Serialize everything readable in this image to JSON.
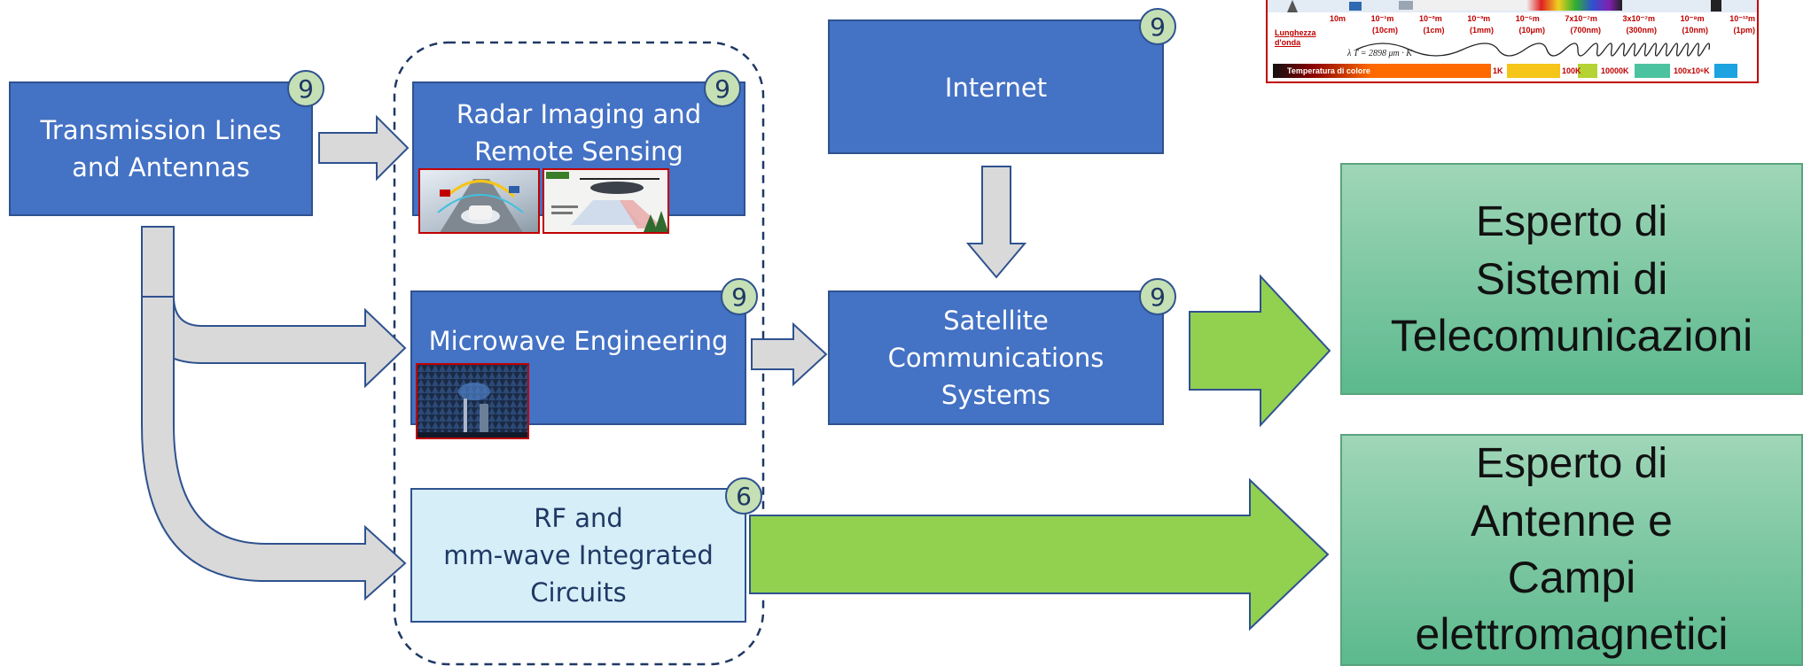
{
  "boxes": {
    "transmission": {
      "lines": [
        "Transmission Lines",
        "and Antennas"
      ],
      "badge": "9"
    },
    "radar": {
      "lines": [
        "Radar Imaging and",
        "Remote Sensing"
      ],
      "badge": "9"
    },
    "microwave": {
      "lines": [
        "Microwave Engineering"
      ],
      "badge": "9"
    },
    "rf": {
      "lines": [
        "RF and",
        "mm-wave Integrated",
        "Circuits"
      ],
      "badge": "6"
    },
    "internet": {
      "lines": [
        "Internet"
      ],
      "badge": "9"
    },
    "satellite": {
      "lines": [
        "Satellite",
        "Communications",
        "Systems"
      ],
      "badge": "9"
    }
  },
  "outcomes": {
    "telecom": {
      "line1": "Esperto di",
      "line2": [
        "Sistemi di",
        "Telecomunicazioni"
      ]
    },
    "antenne": {
      "line1": "Esperto di",
      "line2": [
        "Antenne e",
        "Campi",
        "elettromagnetici"
      ]
    }
  },
  "spectrum": {
    "wavelength_label": [
      "Lunghezza",
      "d'onda"
    ],
    "top_scale": [
      "10m",
      "10⁻¹m",
      "10⁻²m",
      "10⁻³m",
      "10⁻⁵m",
      "7x10⁻⁷m",
      "3x10⁻⁷m",
      "10⁻⁸m",
      "10⁻¹²m"
    ],
    "bottom_scale": [
      "(10cm)",
      "(1cm)",
      "(1mm)",
      "(10μm)",
      "(700nm)",
      "(300nm)",
      "(10nm)",
      "(1pm)"
    ],
    "formula": "λ T = 2898 μm · K",
    "color_temp_label": "Temperatura di colore",
    "temps": [
      "1K",
      "100K",
      "10000K",
      "100x10⁶K"
    ]
  },
  "colors": {
    "box_blue": "#4472c4",
    "box_light": "#d6eef8",
    "badge_green": "#c5e0b4",
    "arrow_gray": "#d9d9d9",
    "arrow_green": "#92d050",
    "outcome_green": "#6cc49a"
  }
}
